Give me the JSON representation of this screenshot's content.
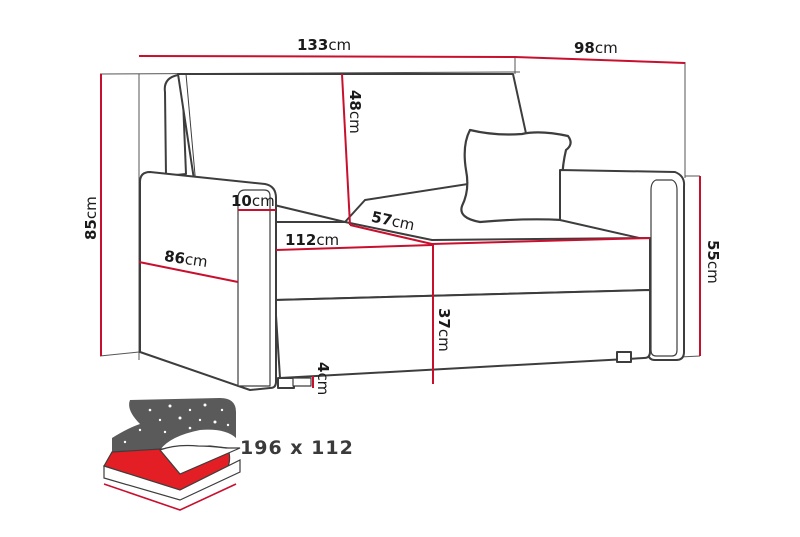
{
  "diagram": {
    "type": "product-dimension-drawing",
    "subject": "two-seat sofa bed with pillow",
    "colors": {
      "dimension_line": "#c8102e",
      "outline": "#3d3d3d",
      "guide_line": "#555555",
      "bed_icon_dark": "#5a5a5a",
      "bed_icon_red": "#e31e24",
      "background": "#ffffff"
    },
    "dimensions": {
      "width": {
        "value": "133",
        "unit": "cm"
      },
      "depth": {
        "value": "98",
        "unit": "cm"
      },
      "height": {
        "value": "85",
        "unit": "cm"
      },
      "backrest_height": {
        "value": "48",
        "unit": "cm"
      },
      "armrest_width": {
        "value": "10",
        "unit": "cm"
      },
      "seat_width": {
        "value": "112",
        "unit": "cm"
      },
      "seat_depth": {
        "value": "57",
        "unit": "cm"
      },
      "armrest_depth": {
        "value": "86",
        "unit": "cm"
      },
      "armrest_height": {
        "value": "55",
        "unit": "cm"
      },
      "seat_height": {
        "value": "37",
        "unit": "cm"
      },
      "leg_height": {
        "value": "4",
        "unit": "cm"
      }
    },
    "sleeping_area": {
      "icon": "bed-icon",
      "label": "196 x 112"
    }
  }
}
